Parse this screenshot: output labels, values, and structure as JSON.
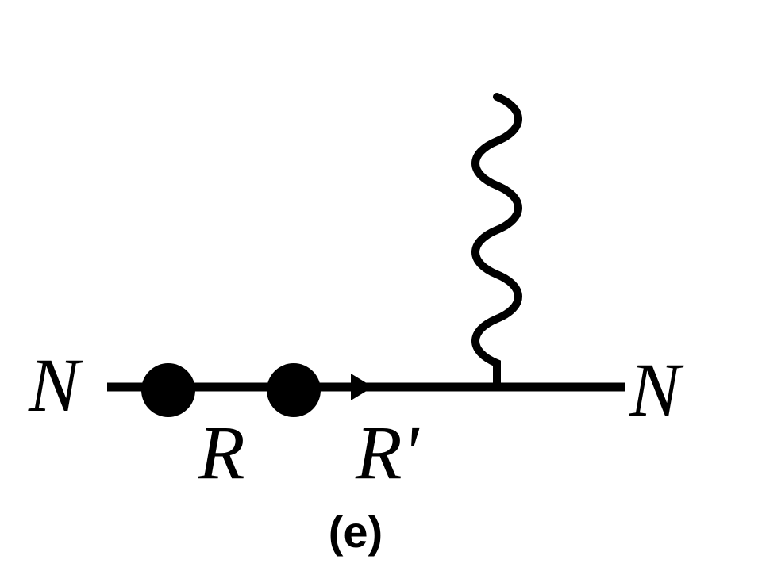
{
  "diagram": {
    "labels": {
      "left_particle": "N",
      "right_particle": "N",
      "vertex_label_1": "R",
      "vertex_label_2": "R'"
    },
    "caption": "(e)",
    "colors": {
      "line": "#000000",
      "background": "#ffffff"
    },
    "icons": {
      "propagator": "solid-line",
      "vertex": "filled-dot",
      "direction": "arrowhead",
      "boson": "wavy-line"
    }
  }
}
